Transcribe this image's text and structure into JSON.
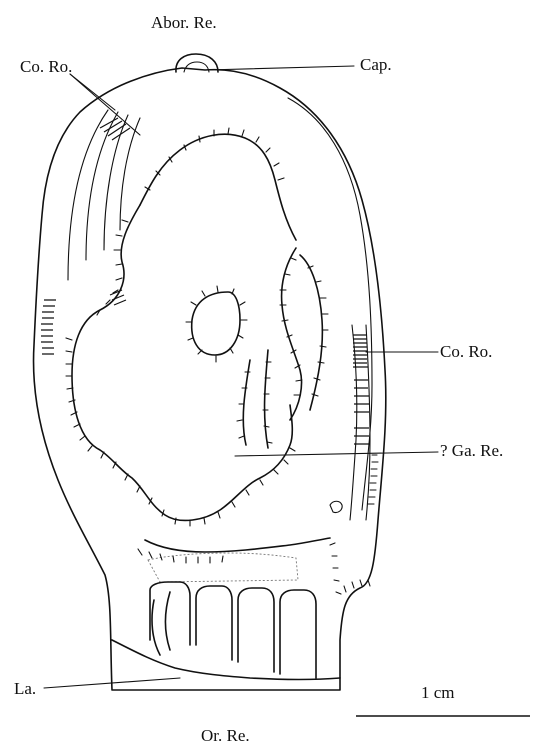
{
  "figure": {
    "labels": {
      "aboral_region": "Abor. Re.",
      "costal_rows_upper": "Co. Ro.",
      "capitulum": "Cap.",
      "costal_rows_right": "Co. Ro.",
      "gastric_region": "? Ga. Re.",
      "lappets": "La.",
      "oral_region": "Or. Re."
    },
    "scale_bar": {
      "label": "1 cm"
    }
  }
}
